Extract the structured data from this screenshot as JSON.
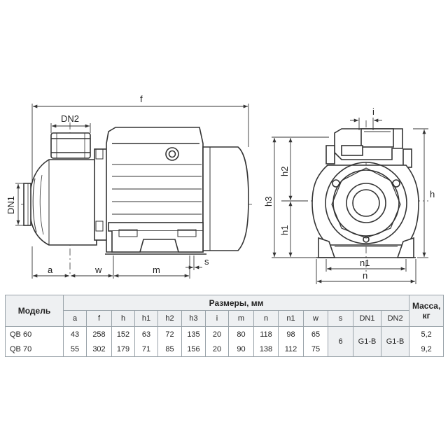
{
  "drawing": {
    "labels": {
      "f": "f",
      "dn2": "DN2",
      "dn1": "DN1",
      "a": "a",
      "w": "w",
      "m": "m",
      "s": "s",
      "i": "i",
      "h": "h",
      "h1": "h1",
      "h2": "h2",
      "h3": "h3",
      "n": "n",
      "n1": "n1"
    }
  },
  "table": {
    "model_header": "Модель",
    "dims_header": "Размеры, мм",
    "mass_header": "Масса, кг",
    "columns": [
      "a",
      "f",
      "h",
      "h1",
      "h2",
      "h3",
      "i",
      "m",
      "n",
      "n1",
      "w",
      "s",
      "DN1",
      "DN2"
    ],
    "rows": [
      {
        "model": "QB 60",
        "values": [
          "43",
          "258",
          "152",
          "63",
          "72",
          "135",
          "20",
          "80",
          "118",
          "98",
          "65"
        ],
        "mass": "5,2"
      },
      {
        "model": "QB 70",
        "values": [
          "55",
          "302",
          "179",
          "71",
          "85",
          "156",
          "20",
          "90",
          "138",
          "112",
          "75"
        ],
        "mass": "9,2"
      }
    ],
    "shared": {
      "s": "6",
      "dn1": "G1-B",
      "dn2": "G1-B"
    }
  }
}
